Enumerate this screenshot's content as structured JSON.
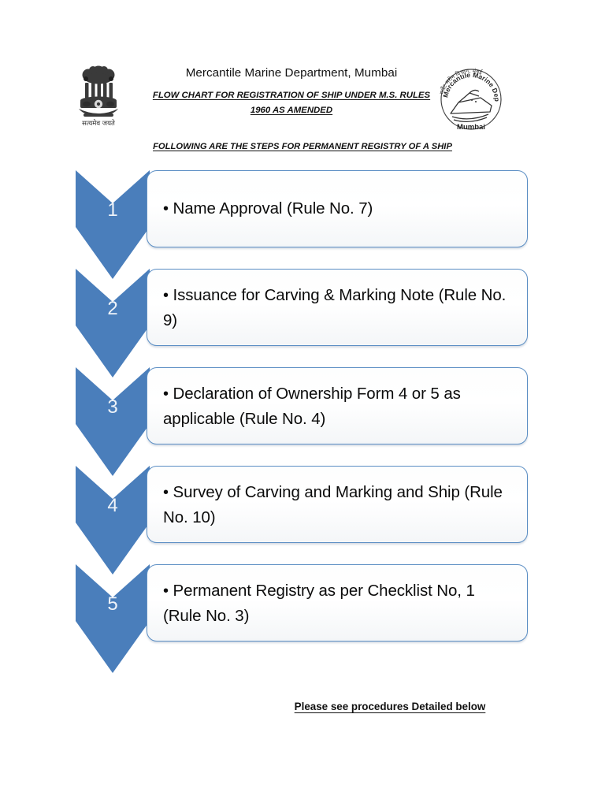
{
  "document": {
    "background_color": "#ffffff",
    "accent_color": "#4a7ebb",
    "card_border_color": "#5b8ec4"
  },
  "header": {
    "org_title": "Mercantile Marine Department, Mumbai",
    "flow_title_line1": "FLOW CHART FOR REGISTRATION OF SHIP UNDER M.S. RULES",
    "flow_title_line2": "1960 AS AMENDED",
    "subtitle": "FOLLOWING ARE THE STEPS FOR PERMANENT REGISTRY OF A SHIP",
    "left_emblem": {
      "name": "india-national-emblem",
      "caption": "सत्यमेव जयते"
    },
    "right_emblem": {
      "name": "mercantile-marine-department-seal",
      "curved_text_devanagari": "मर्चेंट मरीन विभाग, मुंबई",
      "curved_text_english": "Mercantile Marine Department",
      "caption": "Mumbai"
    }
  },
  "flow": {
    "steps": [
      {
        "number": "1",
        "text": "Name Approval (Rule No. 7)",
        "bullet": "•"
      },
      {
        "number": "2",
        "text": " Issuance for Carving & Marking Note (Rule No. 9)",
        "bullet": "•"
      },
      {
        "number": "3",
        "text": " Declaration of Ownership Form 4 or 5 as applicable (Rule No. 4)",
        "bullet": "•"
      },
      {
        "number": "4",
        "text": "Survey of Carving and Marking and Ship (Rule No. 10)",
        "bullet": "•"
      },
      {
        "number": "5",
        "text": "Permanent Registry as per Checklist No, 1 (Rule No. 3)",
        "bullet": "•"
      }
    ]
  },
  "footer": {
    "note": "Please see procedures Detailed below"
  }
}
